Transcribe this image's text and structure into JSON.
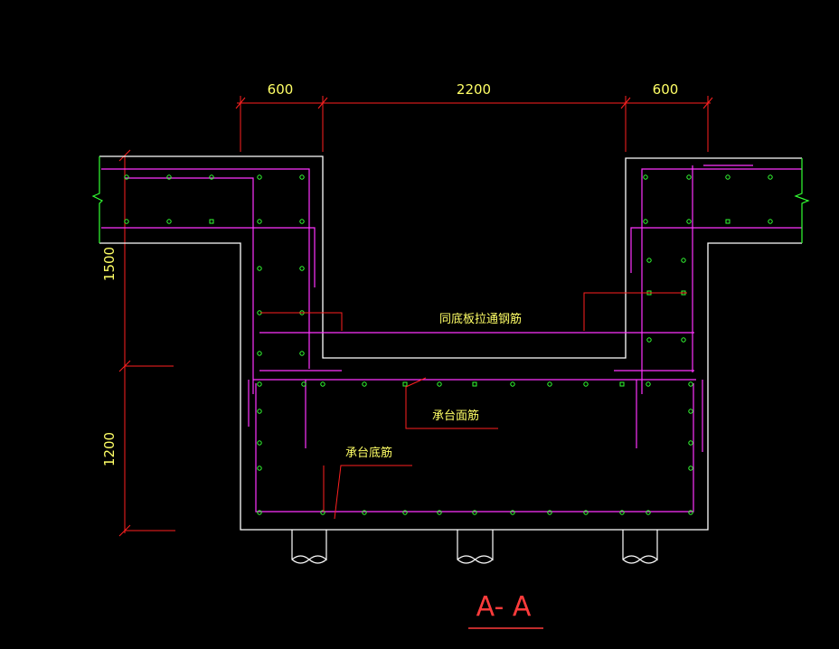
{
  "dimensions": {
    "top_left": "600",
    "top_middle": "2200",
    "top_right": "600",
    "left_upper": "1500",
    "left_lower": "1200"
  },
  "labels": {
    "tie_bar": "同底板拉通钢筋",
    "cap_top_bar": "承台面筋",
    "cap_bottom_bar": "承台底筋"
  },
  "section_title": "A- A",
  "colors": {
    "background": "#000000",
    "concrete_outline": "#ffffff",
    "rebar": "#ff33ff",
    "dimension": "#ff2020",
    "dimension_text": "#ffff66",
    "rebar_dots": "#33ff33",
    "break_symbol": "#33ff33",
    "title": "#ff3b3b"
  }
}
